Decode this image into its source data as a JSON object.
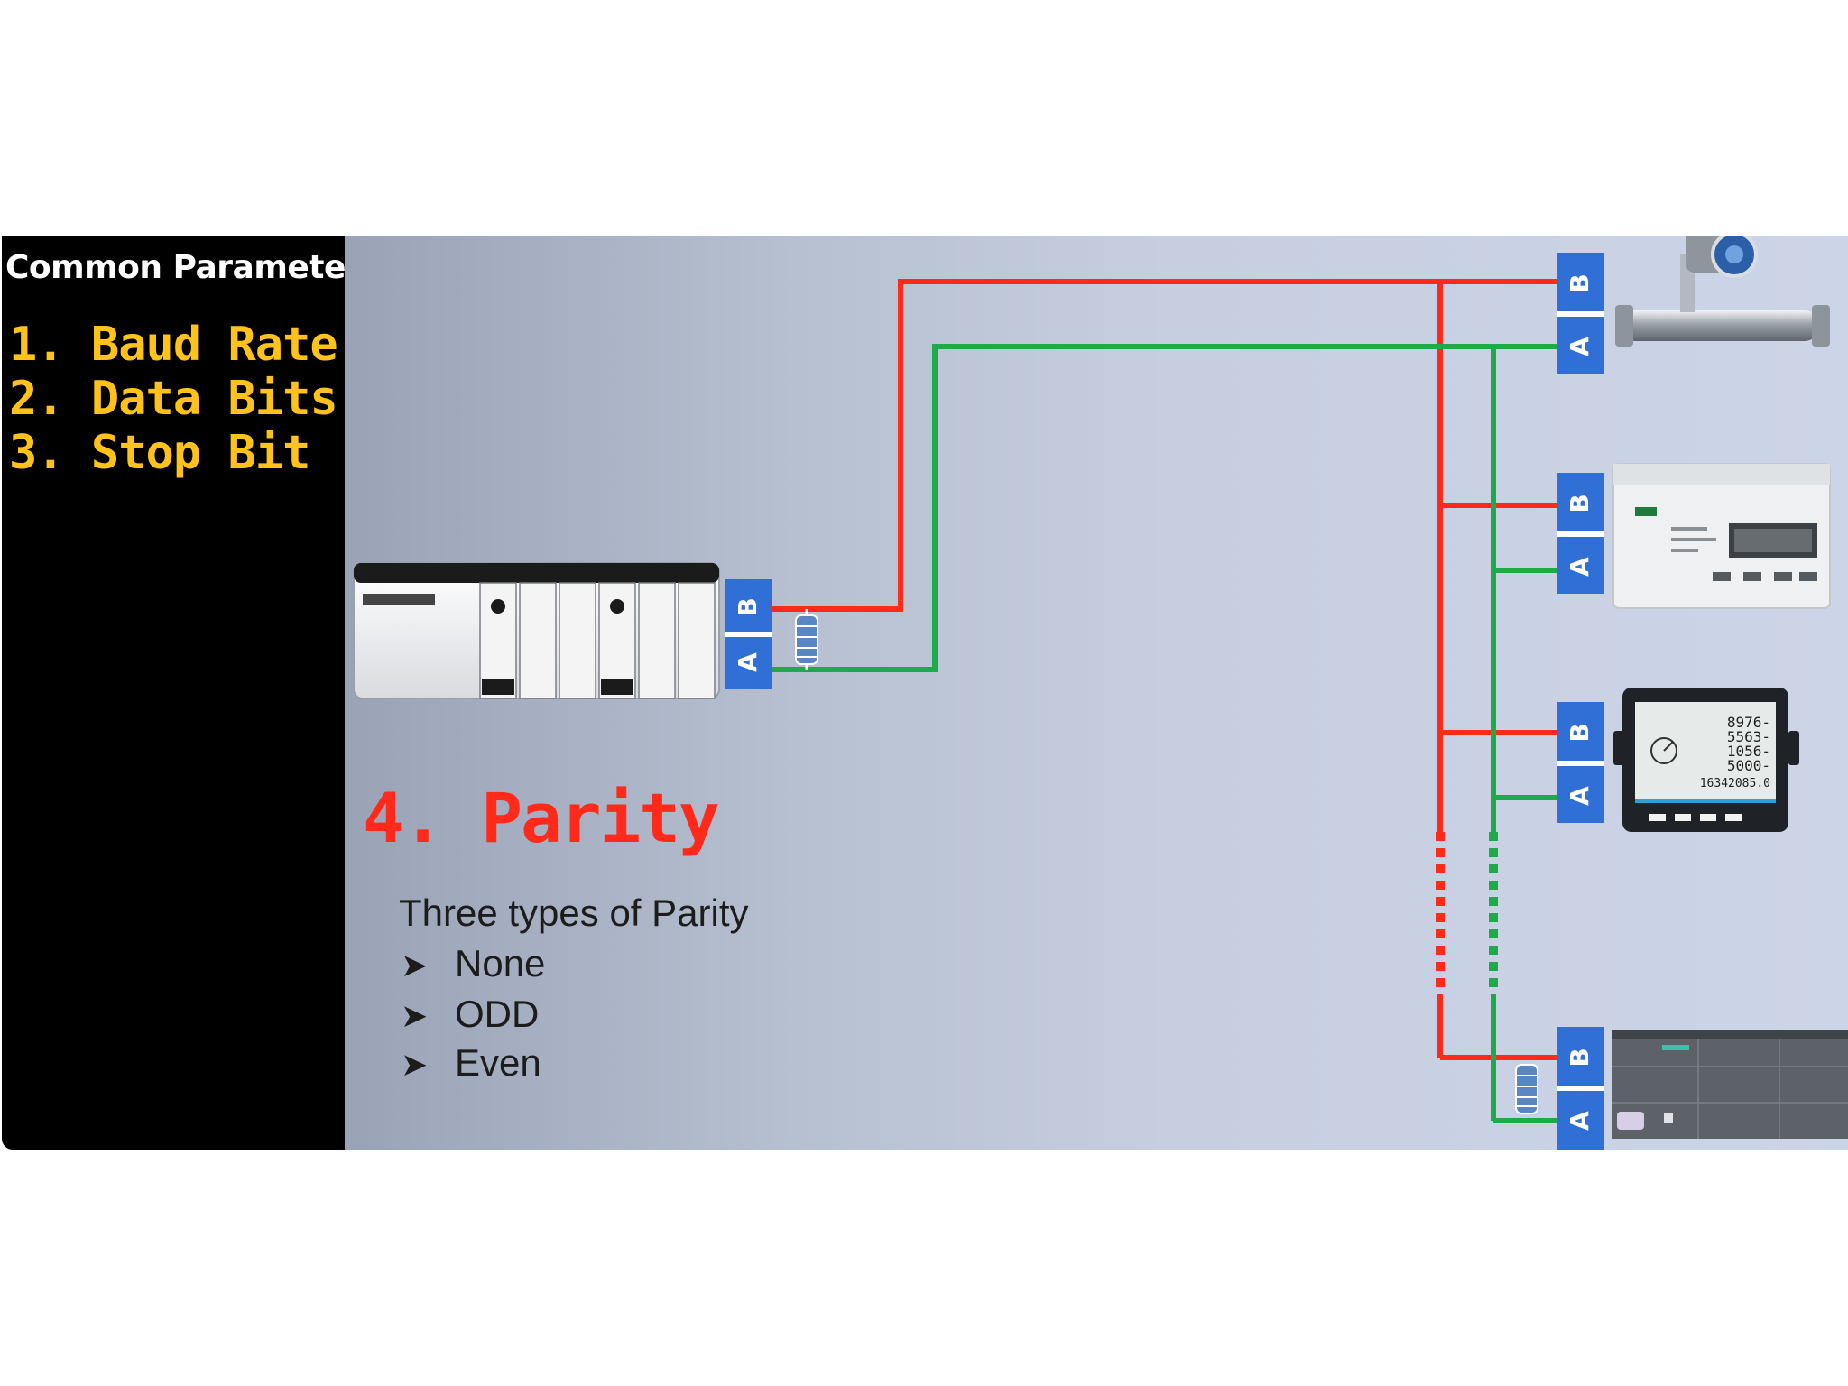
{
  "panel": {
    "title": "Common Parameter",
    "items": [
      "1. Baud Rate",
      "2. Data Bits",
      "3. Stop Bit"
    ]
  },
  "parity": {
    "title": "4. Parity",
    "subtitle": "Three types of Parity",
    "options": [
      "None",
      "ODD",
      "Even"
    ]
  },
  "terminal_labels": {
    "b": "B",
    "a": "A"
  },
  "meter_display": [
    "8976-",
    "5563-",
    "1056-",
    "5000-",
    "16342085.0"
  ],
  "colors": {
    "panel_bg": "#000000",
    "param_text": "#ffc21a",
    "parity_title": "#ff2a1a",
    "wire_b": "#ff2a1a",
    "wire_a": "#1faa4a",
    "terminal": "#2f6fd6"
  }
}
